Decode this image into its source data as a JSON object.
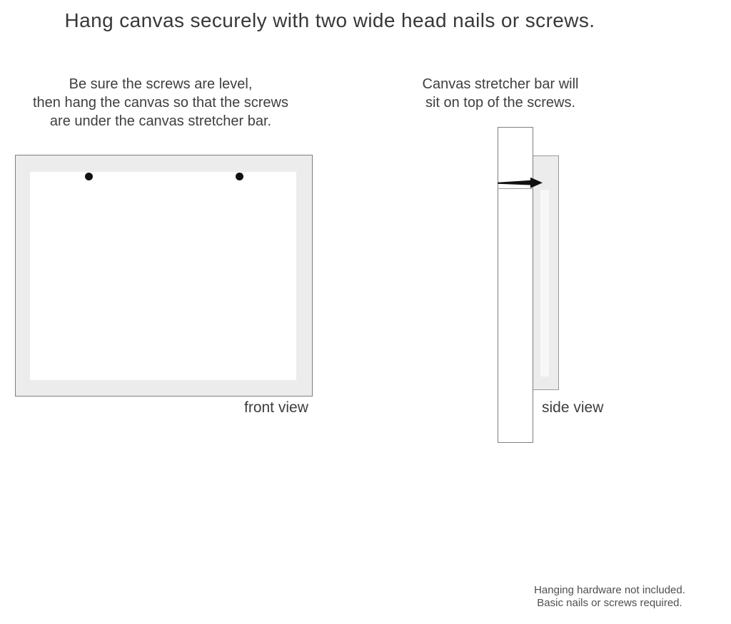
{
  "title": "Hang canvas securely with two wide head nails or screws.",
  "left_instruction": {
    "lines": [
      "Be sure the screws are level,",
      "then hang the canvas so that the screws",
      "are under the canvas stretcher bar."
    ]
  },
  "right_instruction": {
    "lines": [
      "Canvas stretcher bar will",
      "sit on top of the screws."
    ]
  },
  "front_view": {
    "label": "front view",
    "nail_count": 2
  },
  "side_view": {
    "label": "side view"
  },
  "footer": {
    "lines": [
      "Hanging hardware not included.",
      "Basic nails or screws required."
    ]
  },
  "colors": {
    "background": "#ffffff",
    "canvas_gray": "#ececec",
    "outline_gray": "#7f7f7f",
    "side_canvas_border": "#999999",
    "nail_black": "#111111",
    "text_dark": "#3a3a3a",
    "footer_gray": "#4f4f4f"
  }
}
